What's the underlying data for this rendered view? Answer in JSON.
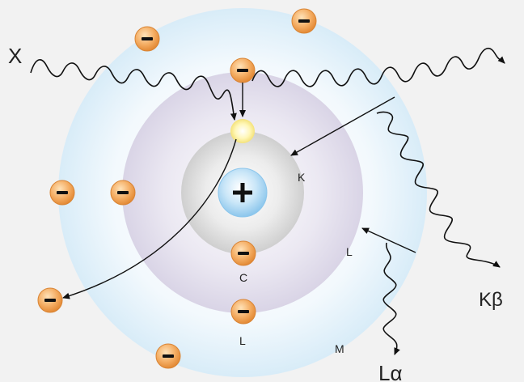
{
  "labels": {
    "incoming": "X",
    "k_beta": "Kβ",
    "l_alpha": "Lα",
    "shell_k": "K",
    "shell_l": "L",
    "shell_m": "M",
    "electron_c": "C",
    "electron_l": "L",
    "nucleus": "+",
    "electron": "−"
  },
  "colors": {
    "background": "#f2f2f2",
    "shell_m": "#e8f4fb",
    "shell_l": "#e3e0ec",
    "shell_k": "#d9d9d9",
    "nucleus": "#a9d6f2",
    "electron": "#f2a85c",
    "electron_rim": "#e08b3a",
    "vacancy": "#fff6b0",
    "arrow": "#111111"
  }
}
